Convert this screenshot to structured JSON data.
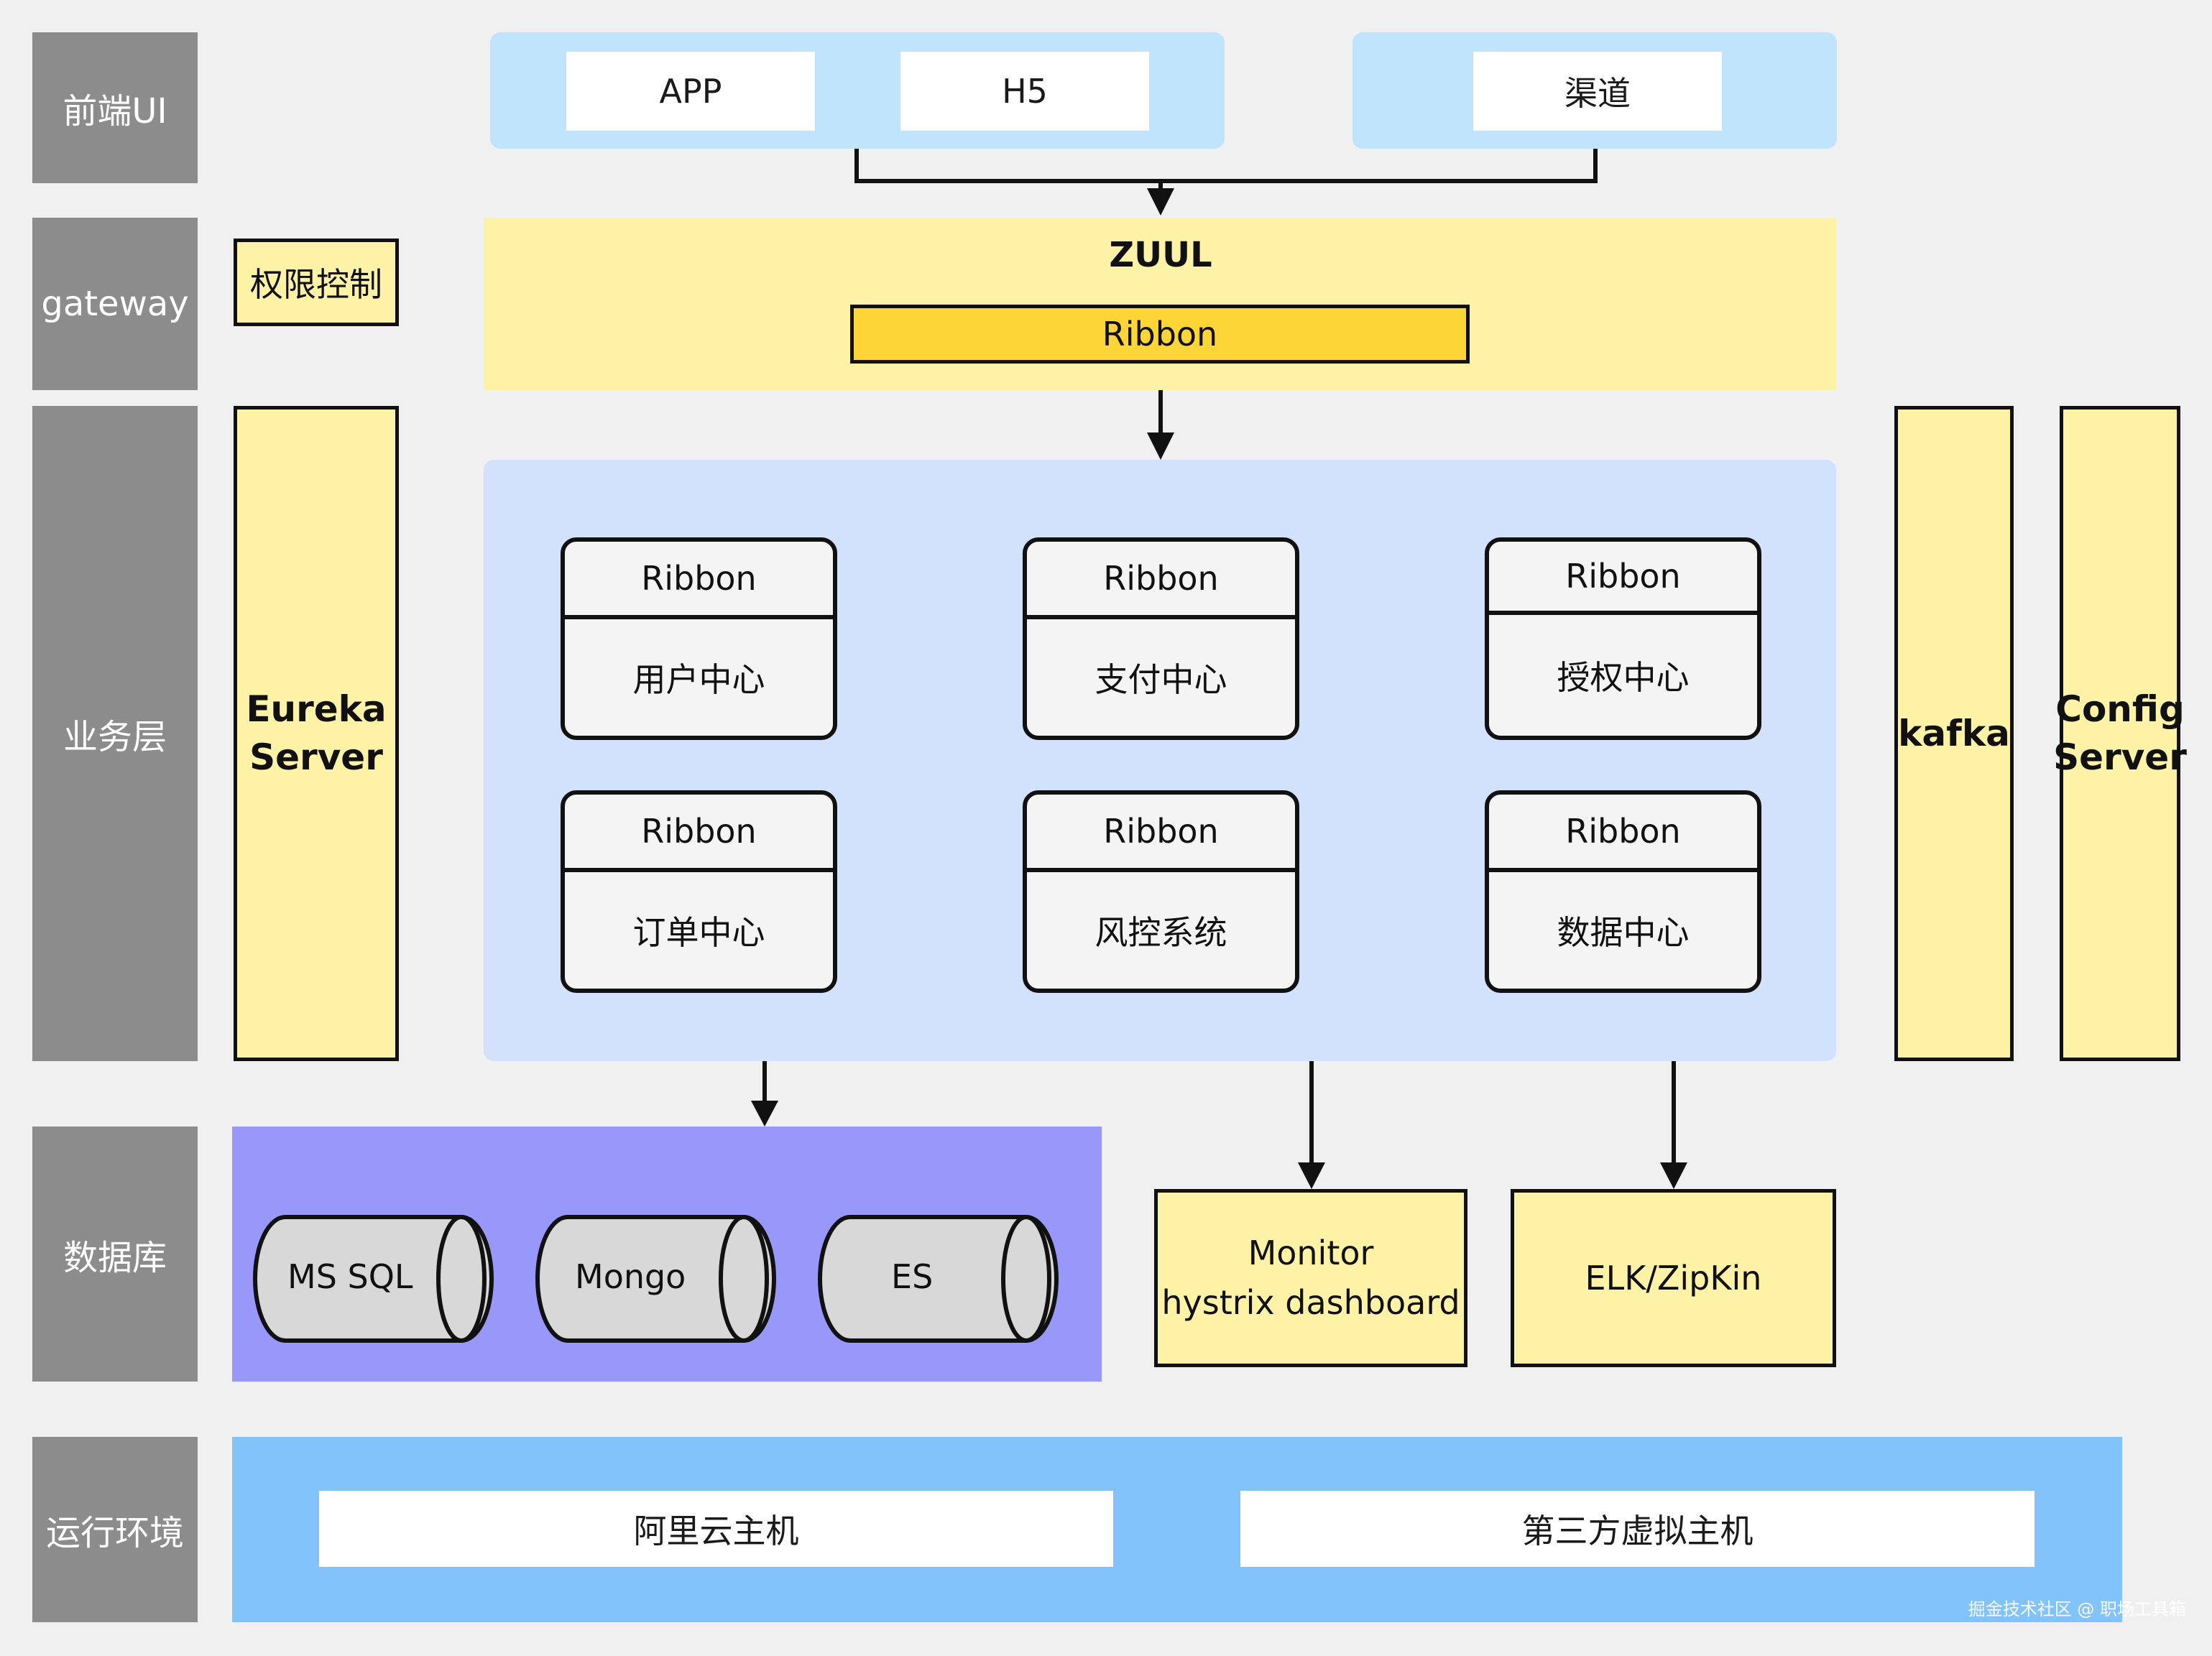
{
  "layers": {
    "frontend": "前端UI",
    "gateway": "gateway",
    "business": "业务层",
    "database": "数据库",
    "runtime": "运行环境"
  },
  "frontend": {
    "app": "APP",
    "h5": "H5",
    "channel": "渠道"
  },
  "gateway": {
    "permission": "权限控制",
    "zuul": "ZUUL",
    "ribbon": "Ribbon"
  },
  "business": {
    "eureka": "Eureka Server",
    "kafka": "kafka",
    "config": "Config Server",
    "services": [
      {
        "top": "Ribbon",
        "name": "用户中心"
      },
      {
        "top": "Ribbon",
        "name": "支付中心"
      },
      {
        "top": "Ribbon",
        "name": "授权中心"
      },
      {
        "top": "Ribbon",
        "name": "订单中心"
      },
      {
        "top": "Ribbon",
        "name": "风控系统"
      },
      {
        "top": "Ribbon",
        "name": "数据中心"
      }
    ]
  },
  "database": {
    "dbs": [
      "MS SQL",
      "Mongo",
      "ES"
    ],
    "monitor_line1": "Monitor",
    "monitor_line2": "hystrix dashboard",
    "elk": "ELK/ZipKin"
  },
  "runtime": {
    "aliyun": "阿里云主机",
    "thirdparty": "第三方虚拟主机"
  },
  "watermark": "掘金技术社区 @ 职场工具箱"
}
